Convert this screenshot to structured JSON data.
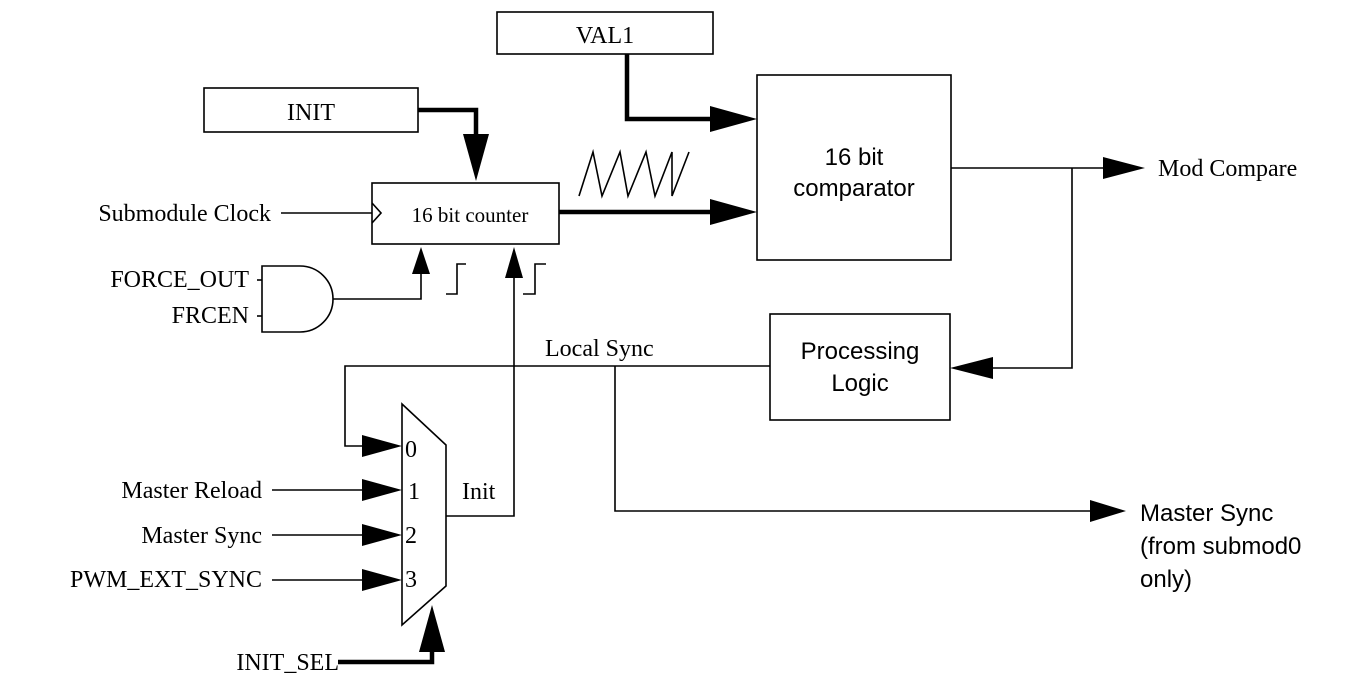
{
  "blocks": {
    "val1": "VAL1",
    "init": "INIT",
    "counter": "16 bit counter",
    "comparator": [
      "16 bit",
      "comparator"
    ],
    "processing": [
      "Processing",
      "Logic"
    ]
  },
  "inputs": {
    "submodule_clock": "Submodule Clock",
    "force_out": "FORCE_OUT",
    "frcen": "FRCEN",
    "master_reload": "Master Reload",
    "master_sync": "Master Sync",
    "pwm_ext_sync": "PWM_EXT_SYNC",
    "init_sel": "INIT_SEL"
  },
  "mux": {
    "ports": [
      "0",
      "1",
      "2",
      "3"
    ],
    "output_label": "Init"
  },
  "signals": {
    "local_sync": "Local Sync",
    "mod_compare": "Mod Compare",
    "master_sync_out": [
      "Master Sync",
      "(from submod0",
      "only)"
    ]
  }
}
